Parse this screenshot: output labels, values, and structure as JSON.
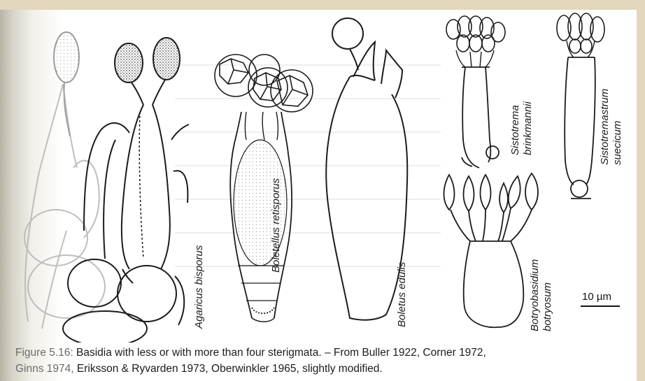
{
  "figure": {
    "species_labels": {
      "agaricus": "Agaricus bisporus",
      "boletellus": "Boletellus retisporus",
      "boletus": "Boletus edulis",
      "botryobasidium_line1": "Botryobasidium",
      "botryobasidium_line2": "botryosum",
      "sistotrema_line1": "Sistotrema",
      "sistotrema_line2": "brinkmannii",
      "sistotremastrum_line1": "Sistotremastrum",
      "sistotremastrum_line2": "suecicum"
    },
    "scale_bar_label": "10 µm"
  },
  "caption": {
    "line1_lead": "Figure 5.16:",
    "line1_text": "Basidia with less or with more than four sterigmata. – From Buller 1922, Corner 1972,",
    "line2_lead": "Ginns 1974,",
    "line2_text": "Eriksson & Ryvarden 1973, Oberwinkler 1965, slightly modified."
  }
}
